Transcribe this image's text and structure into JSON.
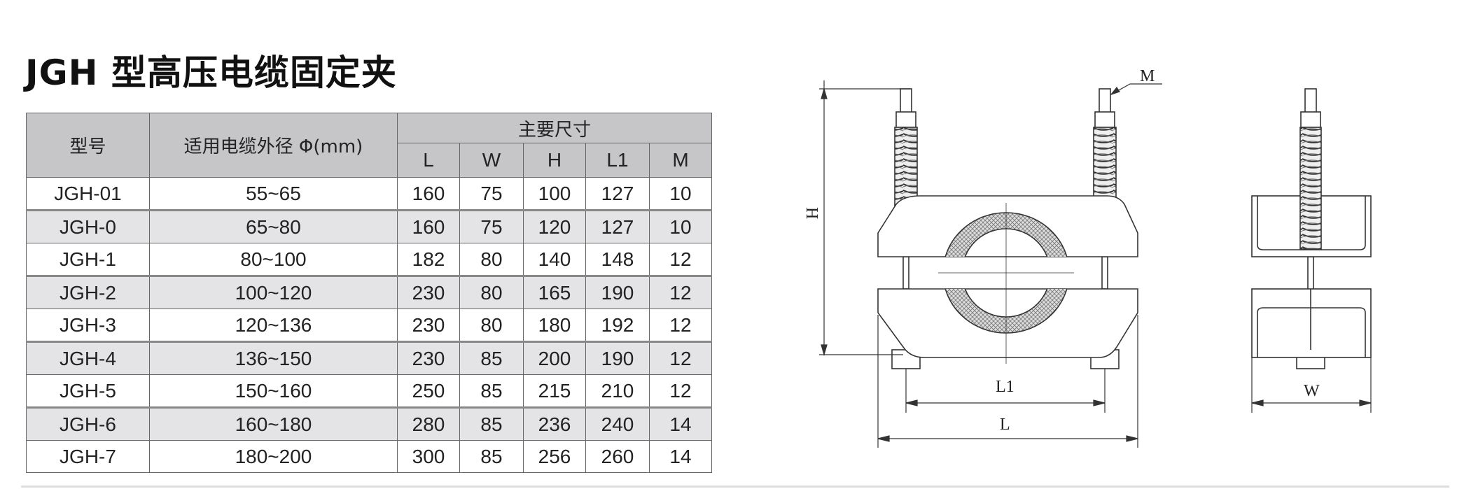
{
  "title": "JGH 型高压电缆固定夹",
  "table": {
    "headers": {
      "model": "型号",
      "diameter": "适用电缆外径 Φ(mm)",
      "main_dims": "主要尺寸",
      "L": "L",
      "W": "W",
      "H": "H",
      "L1": "L1",
      "M": "M"
    },
    "rows": [
      [
        "JGH-01",
        "55~65",
        "160",
        "75",
        "100",
        "127",
        "10"
      ],
      [
        "JGH-0",
        "65~80",
        "160",
        "75",
        "120",
        "127",
        "10"
      ],
      [
        "JGH-1",
        "80~100",
        "182",
        "80",
        "140",
        "148",
        "12"
      ],
      [
        "JGH-2",
        "100~120",
        "230",
        "80",
        "165",
        "190",
        "12"
      ],
      [
        "JGH-3",
        "120~136",
        "230",
        "80",
        "180",
        "192",
        "12"
      ],
      [
        "JGH-4",
        "136~150",
        "230",
        "85",
        "200",
        "190",
        "12"
      ],
      [
        "JGH-5",
        "150~160",
        "250",
        "85",
        "215",
        "210",
        "12"
      ],
      [
        "JGH-6",
        "160~180",
        "280",
        "85",
        "236",
        "240",
        "14"
      ],
      [
        "JGH-7",
        "180~200",
        "300",
        "85",
        "256",
        "260",
        "14"
      ]
    ]
  },
  "diagram": {
    "labels": {
      "M": "M",
      "H": "H",
      "L1": "L1",
      "L": "L",
      "W": "W"
    }
  }
}
